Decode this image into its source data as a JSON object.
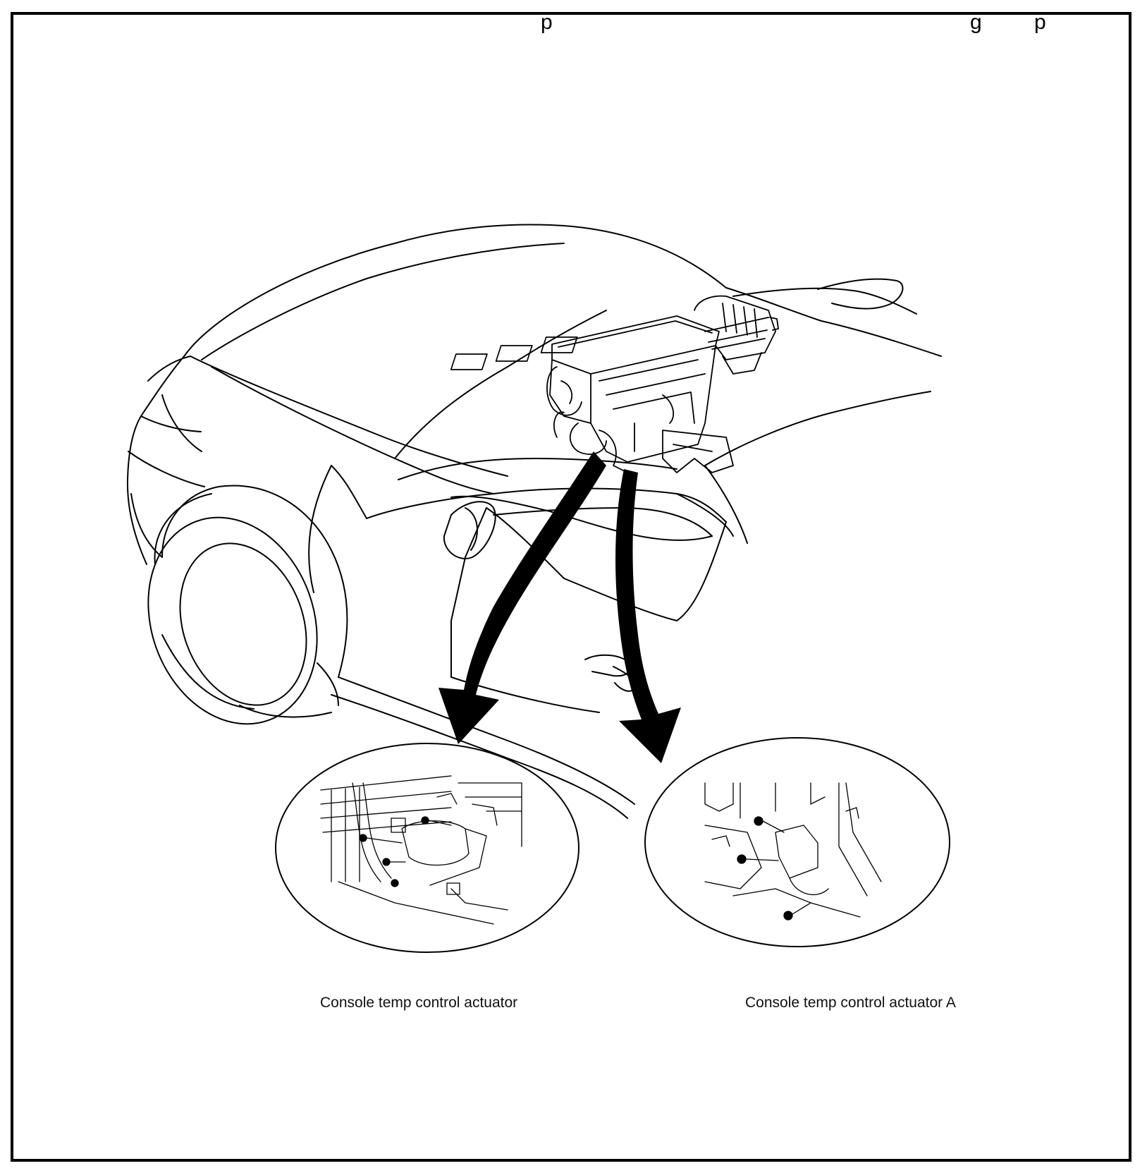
{
  "header_fragment": {
    "part_a": "p",
    "part_b": "g",
    "part_c": "p"
  },
  "callouts": [
    {
      "label": "Console temp control actuator"
    },
    {
      "label": "Console temp control actuator A"
    }
  ],
  "colors": {
    "line": "#000000",
    "background": "#ffffff",
    "text": "#111111"
  }
}
